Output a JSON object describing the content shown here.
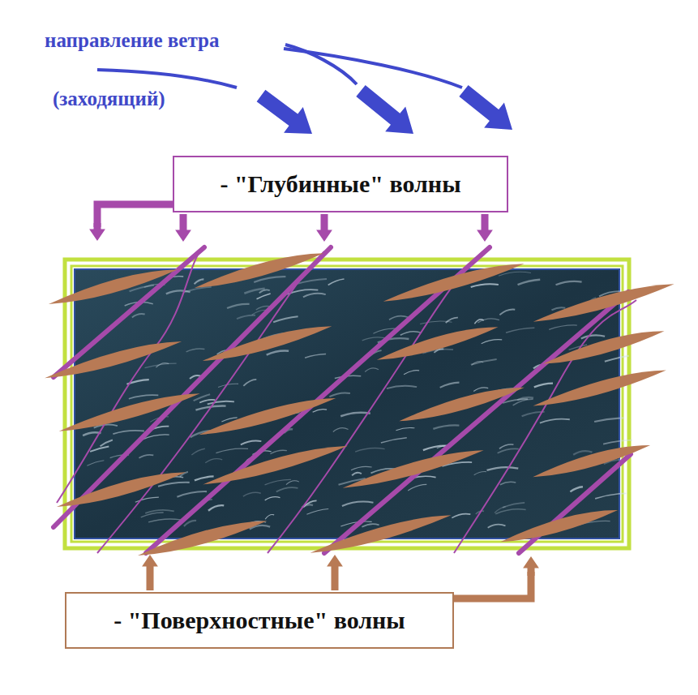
{
  "diagram": {
    "nodes": [
      {
        "text": [
          "- \"Глубинные\" волны"
        ]
      },
      {
        "text": [
          "- \"Поверхностные\" волны"
        ]
      }
    ],
    "labels": [
      "направление ветра",
      "(заходящий)"
    ]
  }
}
